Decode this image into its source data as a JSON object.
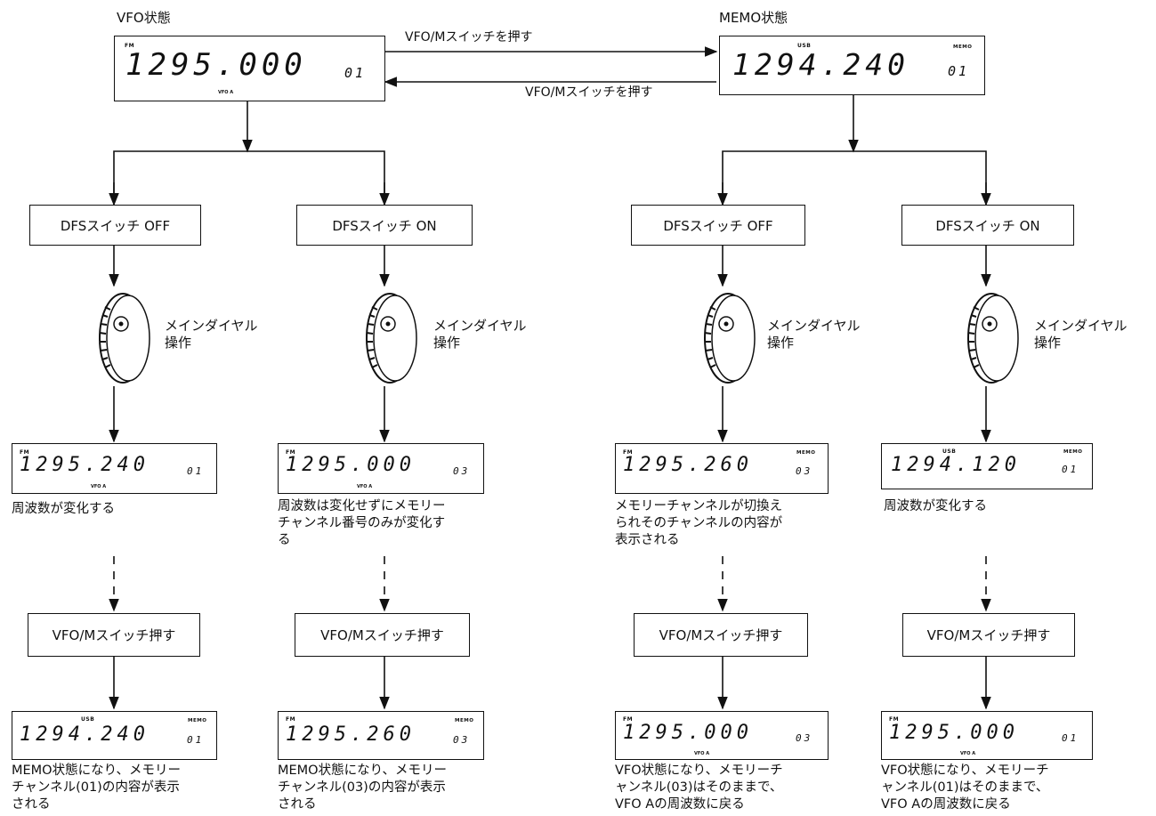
{
  "vfo_state_label": "VFO状態",
  "memo_state_label": "MEMO状態",
  "switch_label_top": "VFO/Mスイッチを押す",
  "switch_label_bottom": "VFO/Mスイッチを押す",
  "top_displays": {
    "vfo": {
      "mode": "FM",
      "memo": "",
      "freq": "1295.000",
      "channel": "01",
      "vfo_a": "VFO A"
    },
    "memo": {
      "mode": "USB",
      "memo": "MEMO",
      "freq": "1294.240",
      "channel": "01",
      "vfo_a": ""
    }
  },
  "columns": [
    {
      "dfs_label": "DFSスイッチ OFF",
      "dial_label": "メインダイヤル\n操作",
      "mid_display": {
        "mode": "FM",
        "memo": "",
        "freq": "1295.240",
        "channel": "01",
        "vfo_a": "VFO A"
      },
      "mid_text": "周波数が変化する",
      "switch_label": "VFO/Mスイッチ押す",
      "bottom_display": {
        "mode": "USB",
        "memo": "MEMO",
        "freq": "1294.240",
        "channel": "01",
        "vfo_a": ""
      },
      "bottom_text": "MEMO状態になり、メモリー\nチャンネル(01)の内容が表示\nされる"
    },
    {
      "dfs_label": "DFSスイッチ ON",
      "dial_label": "メインダイヤル\n操作",
      "mid_display": {
        "mode": "FM",
        "memo": "",
        "freq": "1295.000",
        "channel": "03",
        "vfo_a": "VFO A"
      },
      "mid_text": "周波数は変化せずにメモリー\nチャンネル番号のみが変化す\nる",
      "switch_label": "VFO/Mスイッチ押す",
      "bottom_display": {
        "mode": "FM",
        "memo": "MEMO",
        "freq": "1295.260",
        "channel": "03",
        "vfo_a": ""
      },
      "bottom_text": "MEMO状態になり、メモリー\nチャンネル(03)の内容が表示\nされる"
    },
    {
      "dfs_label": "DFSスイッチ OFF",
      "dial_label": "メインダイヤル\n操作",
      "mid_display": {
        "mode": "FM",
        "memo": "MEMO",
        "freq": "1295.260",
        "channel": "03",
        "vfo_a": ""
      },
      "mid_text": "メモリーチャンネルが切換え\nられそのチャンネルの内容が\n表示される",
      "switch_label": "VFO/Mスイッチ押す",
      "bottom_display": {
        "mode": "FM",
        "memo": "",
        "freq": "1295.000",
        "channel": "03",
        "vfo_a": "VFO A"
      },
      "bottom_text": "VFO状態になり、メモリーチ\nャンネル(03)はそのままで、\nVFO Aの周波数に戻る"
    },
    {
      "dfs_label": "DFSスイッチ ON",
      "dial_label": "メインダイヤル\n操作",
      "mid_display": {
        "mode": "USB",
        "memo": "MEMO",
        "freq": "1294.120",
        "channel": "01",
        "vfo_a": ""
      },
      "mid_text": "周波数が変化する",
      "switch_label": "VFO/Mスイッチ押す",
      "bottom_display": {
        "mode": "FM",
        "memo": "",
        "freq": "1295.000",
        "channel": "01",
        "vfo_a": "VFO A"
      },
      "bottom_text": "VFO状態になり、メモリーチ\nャンネル(01)はそのままで、\nVFO Aの周波数に戻る"
    }
  ]
}
